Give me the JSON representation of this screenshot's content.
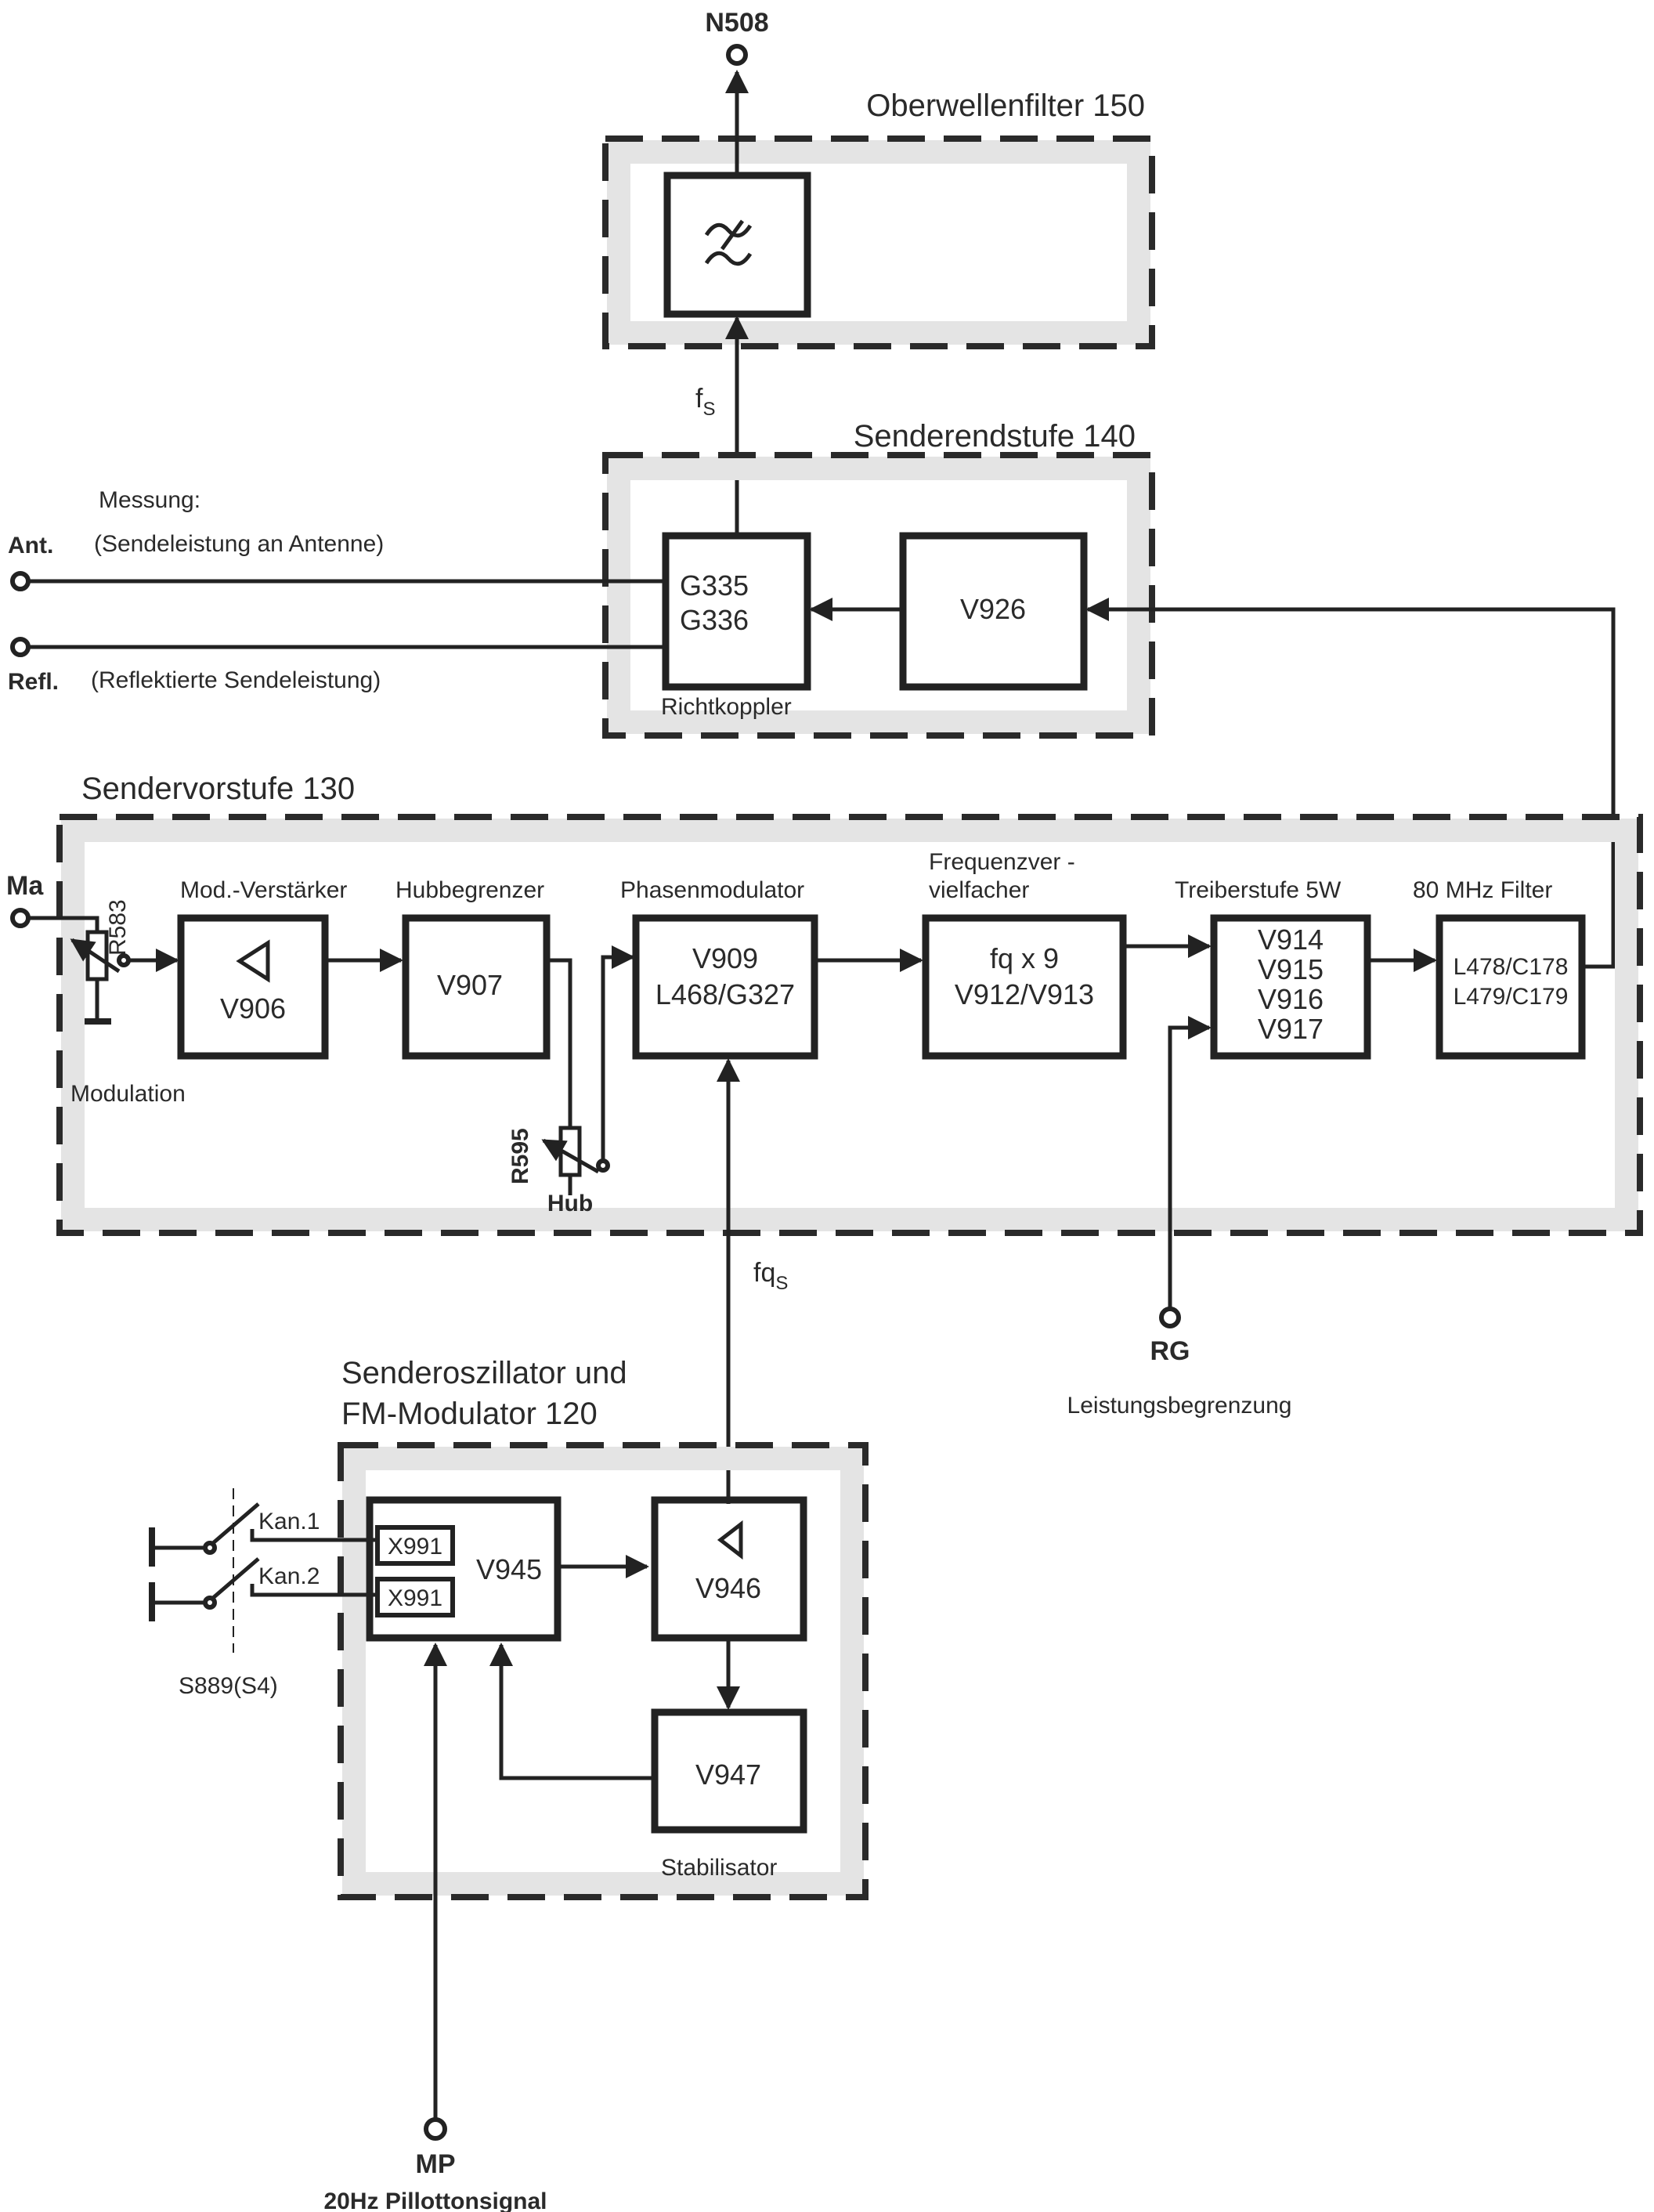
{
  "title": "Sender Blockschaltbild",
  "terminals": {
    "n508": "N508",
    "ant": "Ant.",
    "refl": "Refl.",
    "ma": "Ma",
    "rg": "RG",
    "mp": "MP"
  },
  "annotations": {
    "messung": "Messung:",
    "ant_desc": "(Sendeleistung an Antenne)",
    "refl_desc": "(Reflektierte Sendeleistung)",
    "fs": "f",
    "fs_sub": "S",
    "fqs": "fq",
    "fqs_sub": "S",
    "leistungsbegrenzung": "Leistungsbegrenzung",
    "pilotton": "20Hz Pillottonsignal",
    "modulation": "Modulation",
    "hub": "Hub",
    "r583": "R583",
    "r595": "R595",
    "s889": "S889(S4)",
    "kan1": "Kan.1",
    "kan2": "Kan.2"
  },
  "modules": {
    "oberwellenfilter": {
      "title": "Oberwellenfilter 150",
      "filter_symbol": "lowpass-filter"
    },
    "senderendstufe": {
      "title": "Senderendstufe 140",
      "coupler": {
        "lines": [
          "G335",
          "G336"
        ],
        "caption": "Richtkoppler"
      },
      "amp": {
        "label": "V926"
      }
    },
    "sendervorstufe": {
      "title": "Sendervorstufe 130",
      "stages": [
        {
          "heading": [
            "Mod.-Verstärker"
          ],
          "lines": [
            "V906"
          ],
          "symbol": "amplifier"
        },
        {
          "heading": [
            "Hubbegrenzer"
          ],
          "lines": [
            "V907"
          ]
        },
        {
          "heading": [
            "Phasenmodulator"
          ],
          "lines": [
            "V909",
            "L468/G327"
          ]
        },
        {
          "heading": [
            "Frequenzver -",
            "vielfacher"
          ],
          "lines": [
            "fq x 9",
            "V912/V913"
          ]
        },
        {
          "heading": [
            "Treiberstufe 5W"
          ],
          "lines": [
            "V914",
            "V915",
            "V916",
            "V917"
          ]
        },
        {
          "heading": [
            "80 MHz Filter"
          ],
          "lines": [
            "L478/C178",
            "L479/C179"
          ]
        }
      ]
    },
    "senderoszillator": {
      "title_line1": "Senderoszillator und",
      "title_line2": "FM-Modulator 120",
      "oscillator": {
        "label": "V945",
        "crystals": [
          "X991",
          "X991"
        ]
      },
      "amp": {
        "label": "V946",
        "symbol": "amplifier"
      },
      "stabilizer": {
        "label": "V947",
        "caption": "Stabilisator"
      }
    }
  }
}
